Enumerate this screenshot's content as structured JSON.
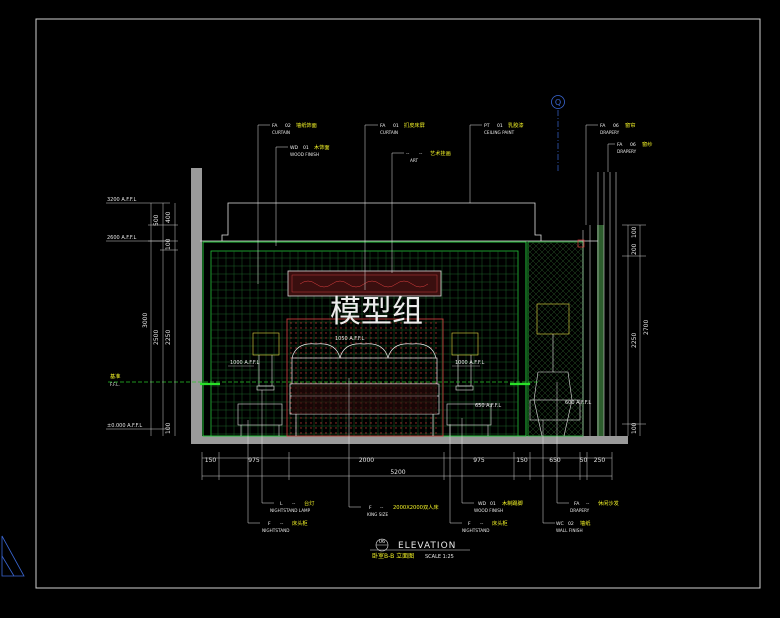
{
  "watermark": "模型组",
  "drawing": {
    "number": "06",
    "title_en": "ELEVATION",
    "title_cn": "卧室B-B 立面图",
    "scale": "SCALE 1:25",
    "axis_marker": "Q"
  },
  "top_callouts": [
    {
      "code": "FA",
      "num": "02",
      "note": "墙纸饰面",
      "sub": "CURTAIN"
    },
    {
      "code": "WD",
      "num": "01",
      "note": "木饰面",
      "sub": "WOOD FINISH"
    },
    {
      "code": "FA",
      "num": "01",
      "note": "扪皮床屏",
      "sub": "CURTAIN"
    },
    {
      "code": "--",
      "num": "--",
      "note": "艺术挂画",
      "sub": "ART"
    },
    {
      "code": "PT",
      "num": "01",
      "note": "乳胶漆",
      "sub": "CEILING PAINT"
    },
    {
      "code": "FA",
      "num": "06",
      "note": "窗帘",
      "sub": "DRAPERY"
    },
    {
      "code": "FA",
      "num": "06",
      "note": "窗纱",
      "sub": "DRAPERY"
    }
  ],
  "bottom_callouts": [
    {
      "code": "L",
      "num": "--",
      "note": "台灯",
      "sub": "NIGHTSTAND LAMP"
    },
    {
      "code": "F",
      "num": "--",
      "note": "床头柜",
      "sub": "NIGHTSTAND"
    },
    {
      "code": "F",
      "num": "--",
      "note": "2000X2000双人床",
      "sub": "KING SIZE"
    },
    {
      "code": "WD",
      "num": "01",
      "note": "木制踢脚",
      "sub": "WOOD FINISH"
    },
    {
      "code": "F",
      "num": "--",
      "note": "床头柜",
      "sub": "NIGHTSTAND"
    },
    {
      "code": "FA",
      "num": "--",
      "note": "休闲沙发",
      "sub": "DRAPERY"
    },
    {
      "code": "WC",
      "num": "02",
      "note": "墙纸",
      "sub": "WALL FINISH"
    }
  ],
  "levels": {
    "l1": "3200 A.F.F.L",
    "l2": "2600 A.F.F.L",
    "l3": "±0.000 A.F.F.L",
    "mark": "基准",
    "mark2": "F.F.L."
  },
  "inner_levels": {
    "bed_top": "1050 A.F.F.L",
    "lamp_left": "1000 A.F.F.L",
    "lamp_right": "1000 A.F.F.L",
    "bed_mid": "650 A.F.F.L",
    "right_low": "600 A.F.F.L"
  },
  "dims_left": {
    "a1": "500",
    "a2": "400",
    "a3": "100",
    "a4": "3000",
    "b1": "2500",
    "b2": "2250",
    "b3": "100"
  },
  "dims_right": {
    "a1": "100",
    "a2": "200",
    "a3": "2700",
    "b1": "2250",
    "b2": "100"
  },
  "dims_bottom": [
    "150",
    "975",
    "2000",
    "975",
    "150",
    "650",
    "50",
    "250"
  ],
  "dim_total": "5200"
}
